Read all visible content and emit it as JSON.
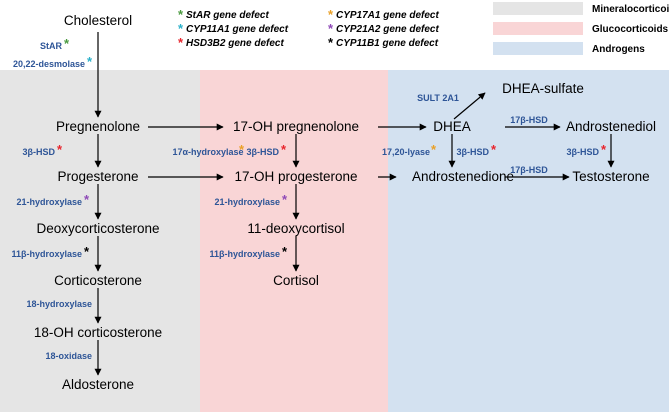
{
  "colors": {
    "mineralocorticoids": "#e5e5e5",
    "glucocorticoids": "#f9d5d6",
    "androgens": "#d3e1f0",
    "enzyme_text": "#2e5597",
    "star": "#4a9a3f",
    "cyp11a1": "#2ab0c9",
    "hsd3b2": "#e8252d",
    "cyp17a1": "#e9a027",
    "cyp21a2": "#8e49b7",
    "cyp11b1": "#000000"
  },
  "category_legend": [
    {
      "label": "Mineralocorticoids",
      "color": "#e5e5e5"
    },
    {
      "label": "Glucocorticoids",
      "color": "#f9d5d6"
    },
    {
      "label": "Androgens",
      "color": "#d3e1f0"
    }
  ],
  "defect_legend": [
    {
      "label": "StAR gene defect",
      "color": "#4a9a3f"
    },
    {
      "label": "CYP11A1 gene defect",
      "color": "#2ab0c9"
    },
    {
      "label": "HSD3B2 gene defect",
      "color": "#e8252d"
    },
    {
      "label": "CYP17A1 gene defect",
      "color": "#e9a027"
    },
    {
      "label": "CYP21A2 gene defect",
      "color": "#8e49b7"
    },
    {
      "label": "CYP11B1 gene defect",
      "color": "#000000"
    }
  ],
  "asterisk": "*",
  "nodes": {
    "cholesterol": "Cholesterol",
    "pregnenolone": "Pregnenolone",
    "progesterone": "Progesterone",
    "deoxycorticosterone": "Deoxycorticosterone",
    "corticosterone": "Corticosterone",
    "oh18_corticosterone": "18-OH corticosterone",
    "aldosterone": "Aldosterone",
    "oh17_pregnenolone": "17-OH pregnenolone",
    "oh17_progesterone": "17-OH progesterone",
    "deoxycortisol": "11-deoxycortisol",
    "cortisol": "Cortisol",
    "dhea": "DHEA",
    "dhea_sulfate": "DHEA-sulfate",
    "androstenedione": "Androstenedione",
    "androstenediol": "Androstenediol",
    "testosterone": "Testosterone"
  },
  "enzymes": {
    "star": "StAR",
    "desmolase": "20,22-desmolase",
    "hsd3b_1": "3β-HSD",
    "hsd3b_2": "3β-HSD",
    "hsd3b_3": "3β-HSD",
    "hsd3b_4": "3β-HSD",
    "hydroxylase21_1": "21-hydroxylase",
    "hydroxylase21_2": "21-hydroxylase",
    "hydroxylase11b_1": "11β-hydroxylase",
    "hydroxylase11b_2": "11β-hydroxylase",
    "hydroxylase18": "18-hydroxylase",
    "oxidase18": "18-oxidase",
    "hydroxylase17a": "17α-hydroxylase",
    "lyase1720": "17,20-lyase",
    "sult2a1": "SULT 2A1",
    "hsd17b_1": "17β-HSD",
    "hsd17b_2": "17β-HSD"
  }
}
